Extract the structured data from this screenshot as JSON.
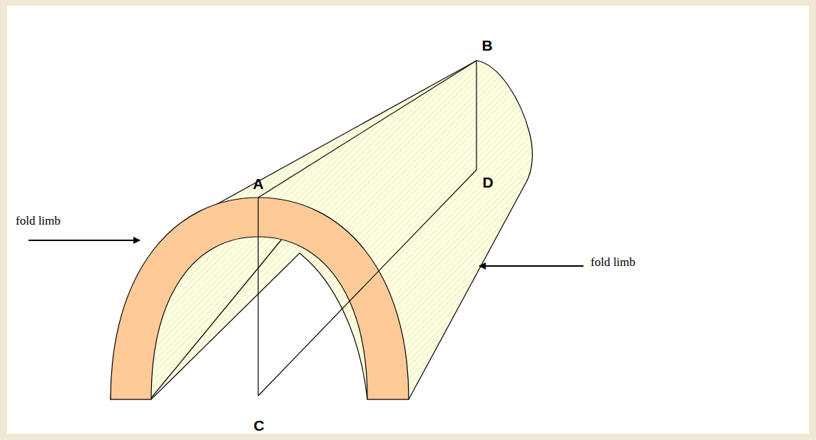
{
  "diagram": {
    "labels": [
      "B",
      "A",
      "D",
      "fold limb",
      "fold limb",
      "C"
    ]
  }
}
